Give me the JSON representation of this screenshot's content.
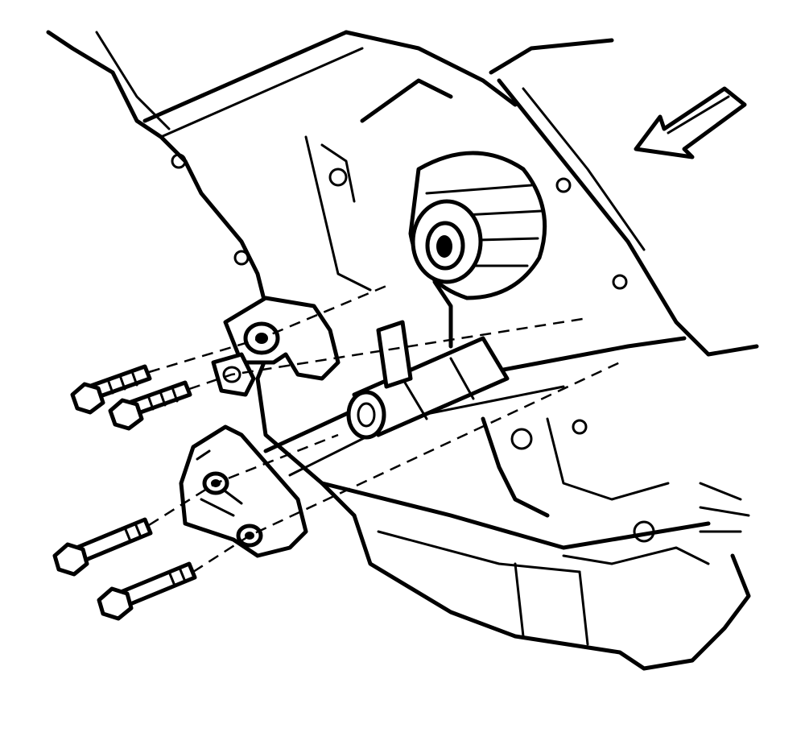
{
  "diagram": {
    "colors": {
      "ink": "#000000",
      "paper": "#ffffff"
    },
    "parts": [
      {
        "id": "engine-block",
        "icon": "engine-block-icon"
      },
      {
        "id": "timing-sprocket",
        "icon": "gear-icon"
      },
      {
        "id": "balance-shaft",
        "icon": "shaft-icon"
      },
      {
        "id": "upper-bracket",
        "icon": "bracket-icon"
      },
      {
        "id": "lower-bracket",
        "icon": "bracket-icon"
      },
      {
        "id": "view-arrow",
        "icon": "arrow-left-down-icon"
      }
    ],
    "bolt_count": 4
  }
}
